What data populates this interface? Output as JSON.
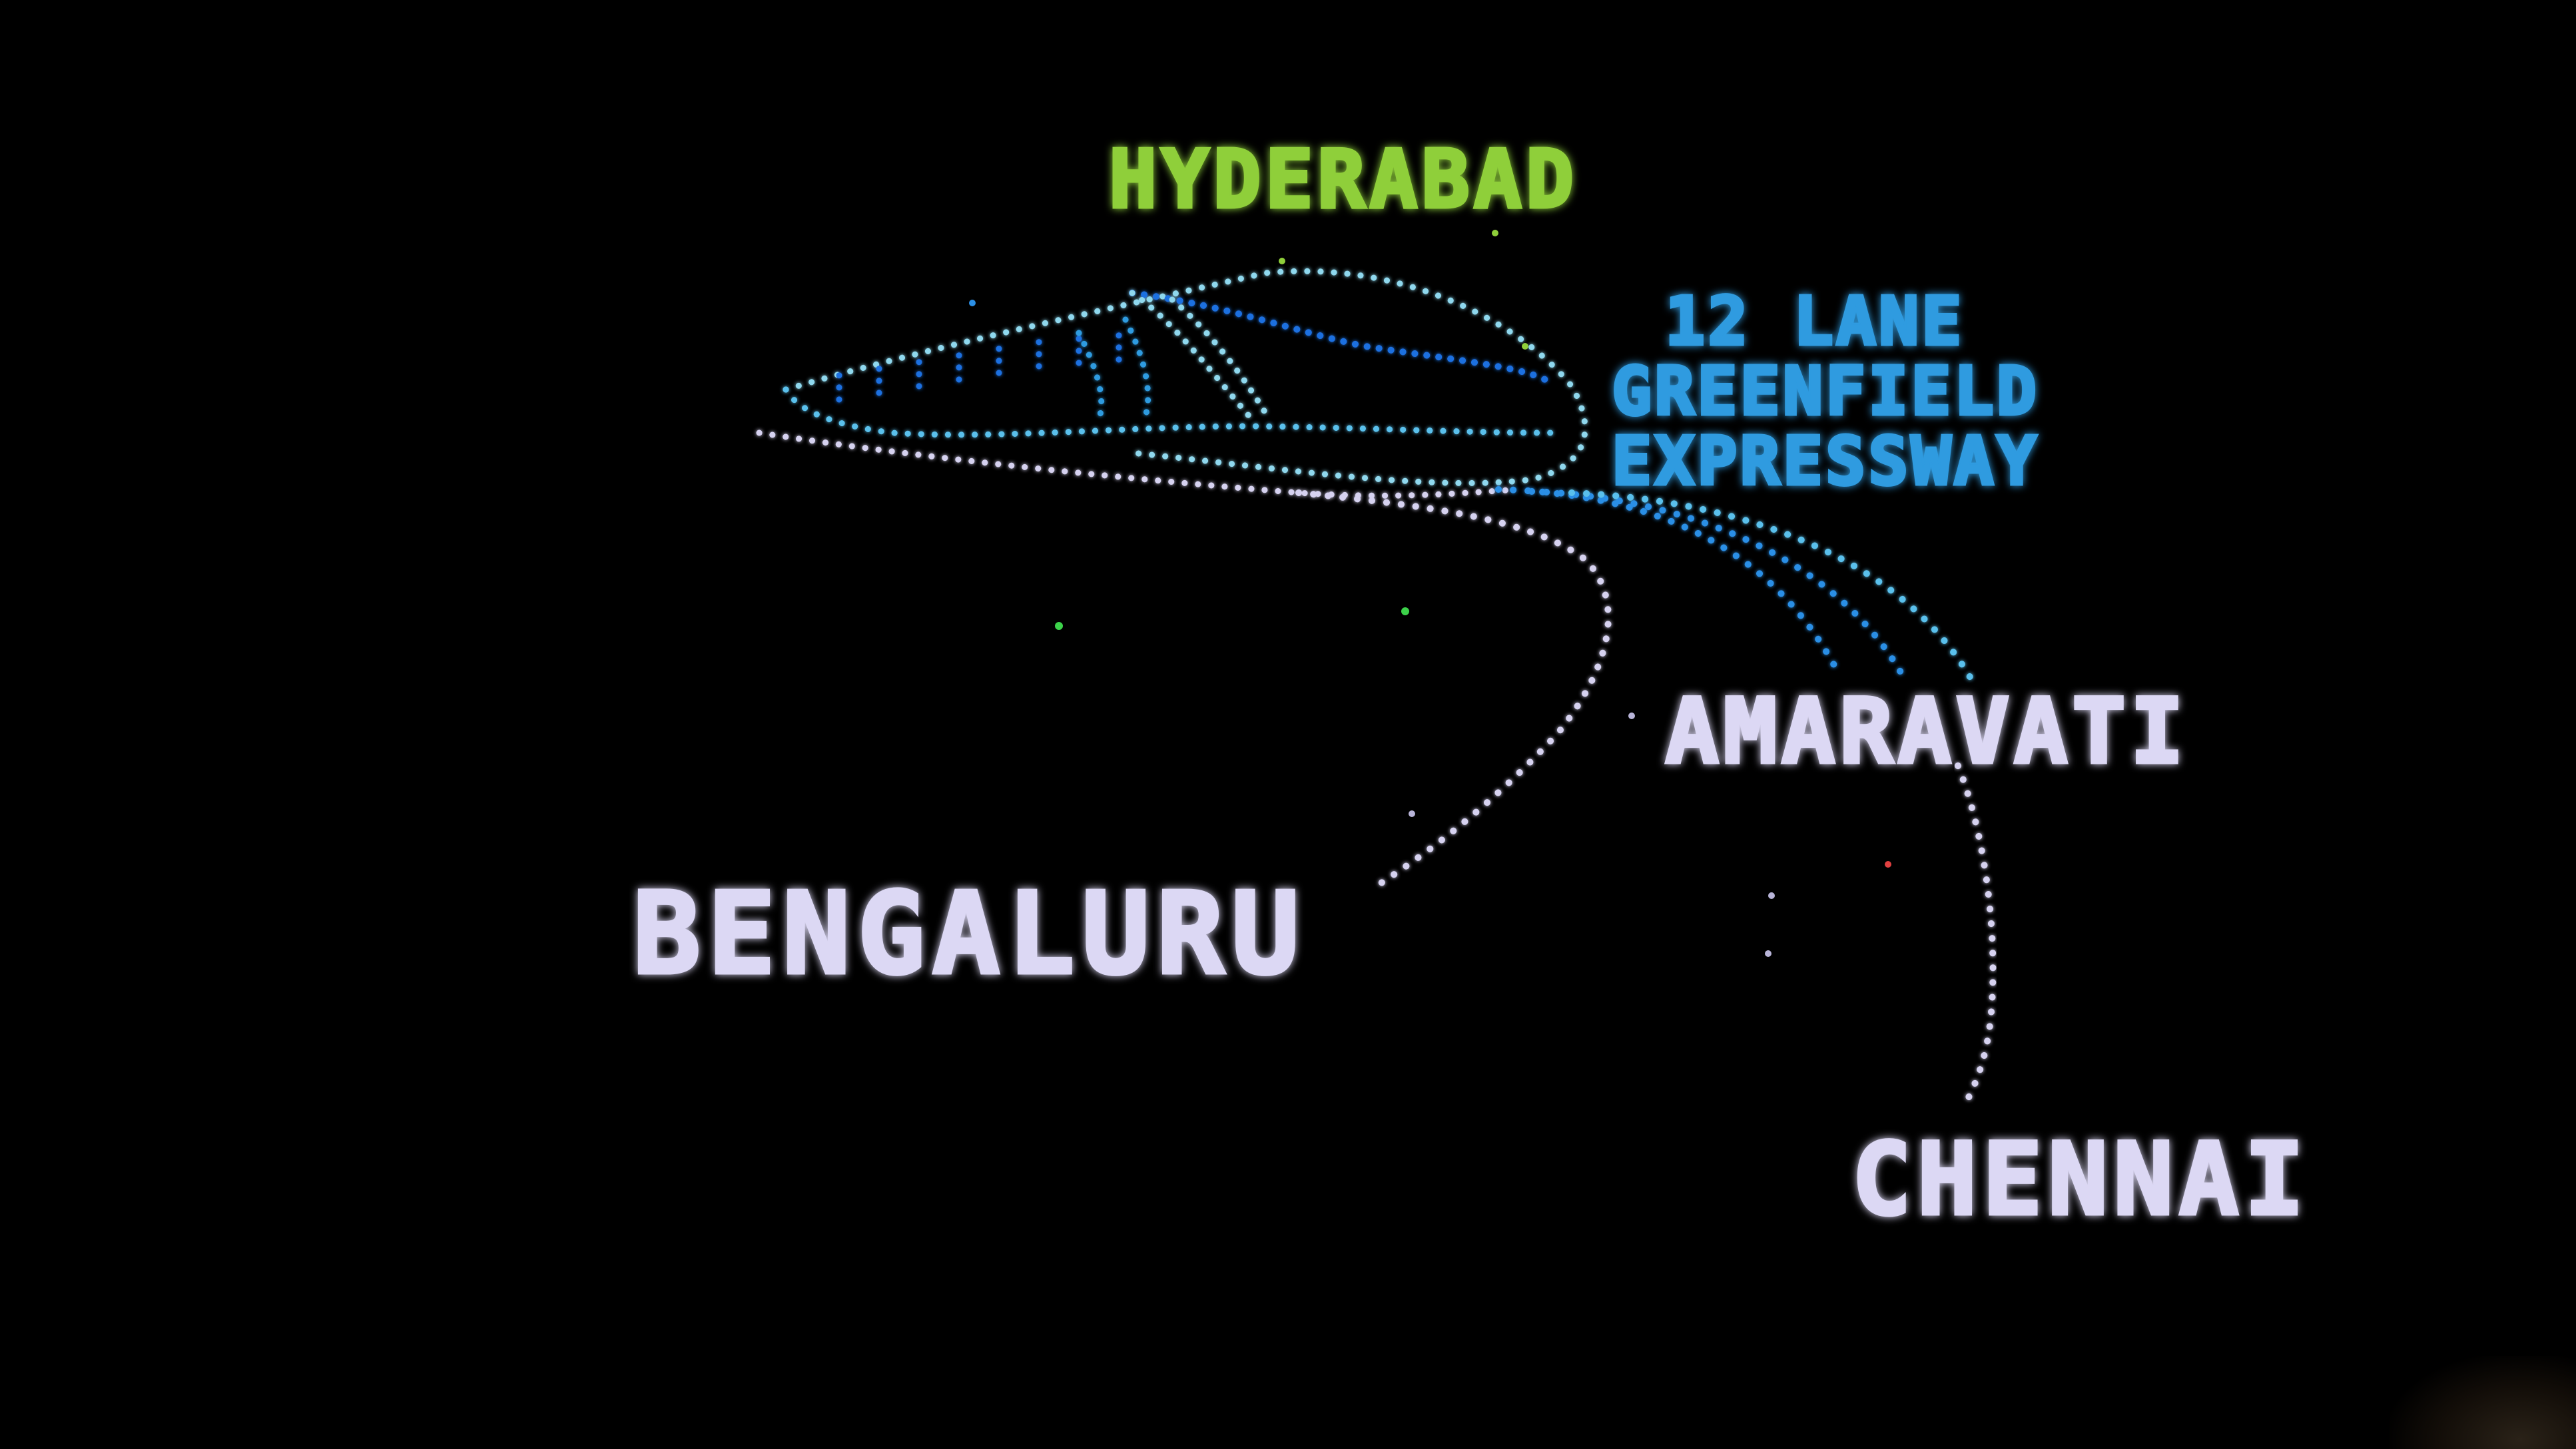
{
  "scene": {
    "background_color": "#000000",
    "colors": {
      "hyderabad": "#8fcf3a",
      "expressway_text": "#2f9be0",
      "train_outline_light": "#8fd8ee",
      "train_outline_blue": "#1e6fe0",
      "route_white": "#d6d2f0",
      "route_blue": "#2b8fe6",
      "city_white": "#dcd8f4"
    }
  },
  "labels": {
    "hyderabad": "HYDERABAD",
    "expressway_line1": "12 LANE",
    "expressway_line2": "GREENFIELD",
    "expressway_line3": "EXPRESSWAY",
    "amaravati": "AMARAVATI",
    "bengaluru": "BENGALURU",
    "chennai": "CHENNAI"
  },
  "icons": {
    "train": "bullet-train-drone-outline",
    "routes": "dotted-route-lines"
  }
}
